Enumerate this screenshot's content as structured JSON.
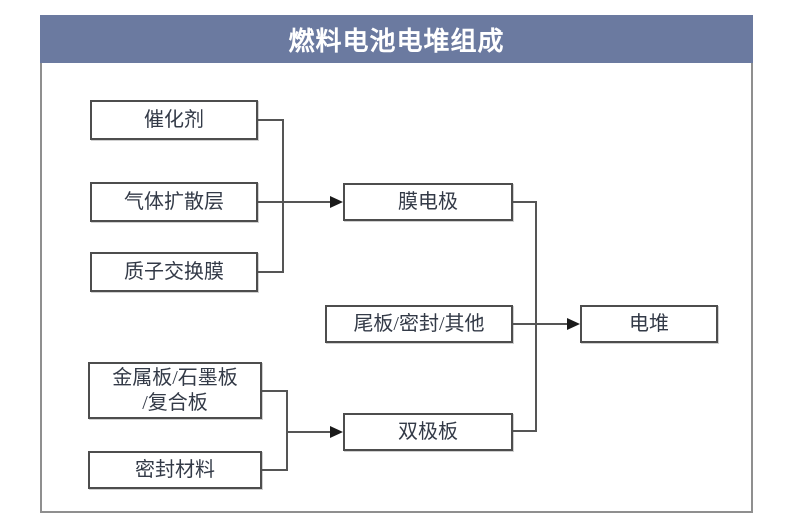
{
  "title": "燃料电池电堆组成",
  "diagram": {
    "nodes": {
      "catalyst": {
        "label": "催化剂"
      },
      "gas_diffusion_layer": {
        "label": "气体扩散层"
      },
      "proton_exchange_membrane": {
        "label": "质子交换膜"
      },
      "membrane_electrode": {
        "label": "膜电极"
      },
      "end_plate_seal_other": {
        "label": "尾板/密封/其他"
      },
      "metal_graphite_composite_plate": {
        "label": "金属板/石墨板/复合板",
        "line1": "金属板/石墨板",
        "line2": "/复合板"
      },
      "sealing_material": {
        "label": "密封材料"
      },
      "bipolar_plate": {
        "label": "双极板"
      },
      "stack": {
        "label": "电堆"
      }
    },
    "edges": [
      {
        "from": "catalyst",
        "to": "membrane_electrode"
      },
      {
        "from": "gas_diffusion_layer",
        "to": "membrane_electrode"
      },
      {
        "from": "proton_exchange_membrane",
        "to": "membrane_electrode"
      },
      {
        "from": "metal_graphite_composite_plate",
        "to": "bipolar_plate"
      },
      {
        "from": "sealing_material",
        "to": "bipolar_plate"
      },
      {
        "from": "membrane_electrode",
        "to": "stack"
      },
      {
        "from": "bipolar_plate",
        "to": "stack"
      },
      {
        "from": "end_plate_seal_other",
        "to": "stack"
      }
    ],
    "colors": {
      "title_bar": "#6b7aa0",
      "title_text": "#ffffff",
      "box_border": "#4d4d4d",
      "box_text": "#333a47",
      "connector_line": "#555555",
      "arrowhead": "#1a1a1a",
      "frame_border": "#8f8f8f",
      "background": "#ffffff"
    }
  }
}
